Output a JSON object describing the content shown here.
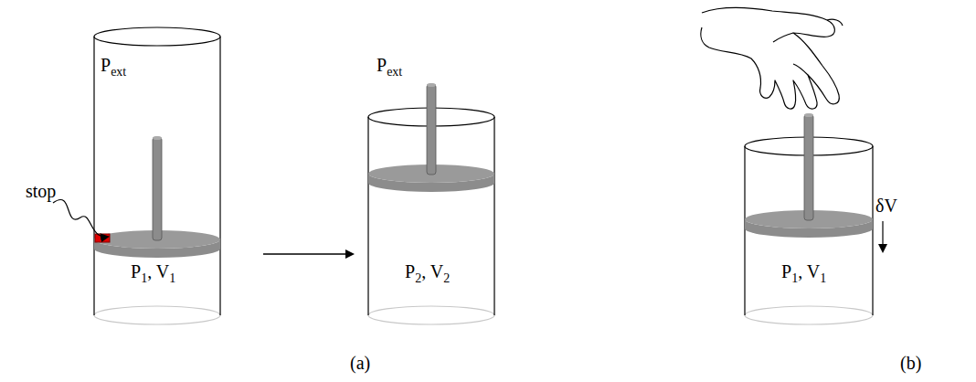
{
  "diagram": {
    "labels": [
      "Pext",
      "stop",
      "P1, V1",
      "Pext",
      "P2, V2",
      "(a)",
      "δV",
      "P1, V1",
      "(b)"
    ]
  }
}
